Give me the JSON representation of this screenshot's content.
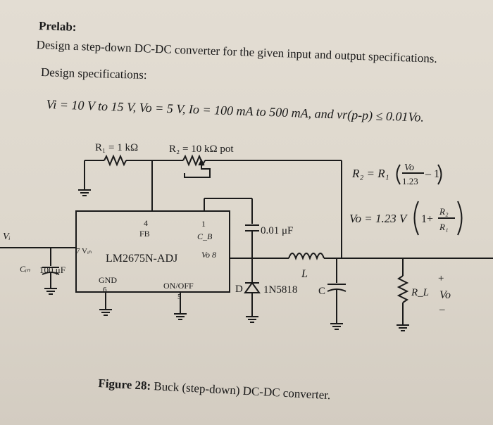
{
  "header": {
    "prelab": "Prelab:",
    "task": "Design a step-down DC-DC converter for the given input and output specifications.",
    "specs_heading": "Design specifications:",
    "specs_line": "Vi = 10 V to 15 V,  Vo = 5 V,  Io = 100 mA to 500 mA,  and  vr(p-p) ≤ 0.01Vo."
  },
  "circuit": {
    "r1": "R₁ = 1 kΩ",
    "r2": "R₂ = 10 kΩ pot",
    "vi": "Vᵢ",
    "cin": "Cᵢₙ",
    "cin_value": "100 μF",
    "pin4": "4",
    "fb": "FB",
    "pin1": "1",
    "cb": "C_B",
    "pin7_vin": "7 Vᵢₙ",
    "ic_name": "LM2675N-ADJ",
    "vo_pin": "Vo 8",
    "gnd": "GND",
    "pin6": "6",
    "onoff": "ON/OFF",
    "pin5": "5",
    "cap_value": "0.01 μF",
    "inductor": "L",
    "diode": "D",
    "diode_part": "1N5818",
    "cap_c": "C",
    "plus": "+",
    "rl": "R_L",
    "vo": "Vo",
    "minus": "–"
  },
  "formulas": {
    "r2_lhs": "R₂ = R₁",
    "r2_num": "Vo",
    "r2_den": "1.23",
    "r2_tail": "– 1",
    "vo_lhs": "Vo = 1.23 V",
    "vo_one": "1+",
    "vo_num": "R₂",
    "vo_den": "R₁"
  },
  "caption": {
    "label": "Figure 28:",
    "text": "Buck (step-down) DC-DC converter."
  }
}
